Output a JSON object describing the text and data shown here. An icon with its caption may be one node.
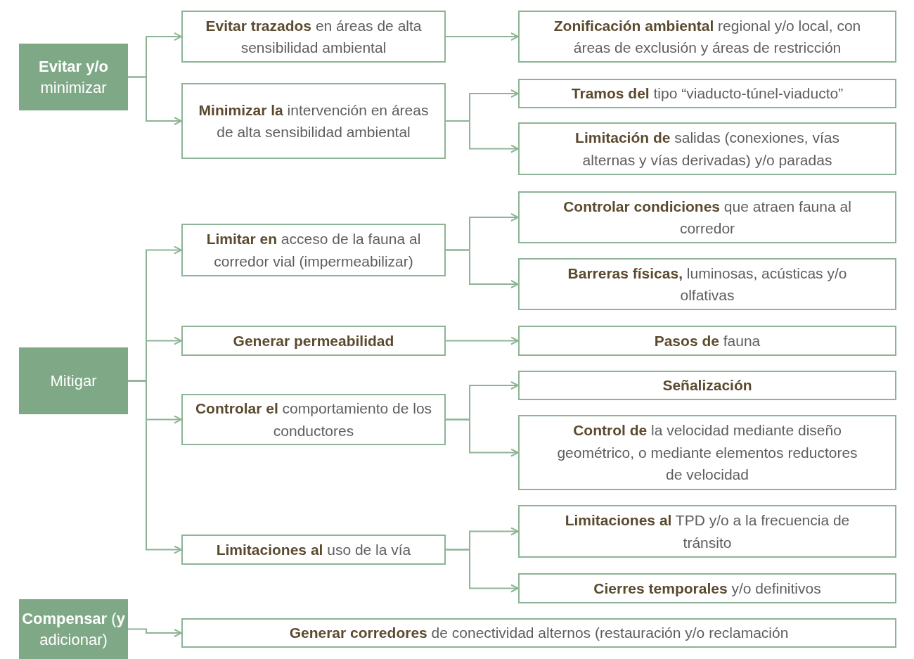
{
  "diagram": {
    "nodes": [
      {
        "text": [
          "**Evitar y/o** minimizar"
        ]
      },
      {
        "text": [
          "**Evitar trazados** en áreas de alta sensibilidad ambiental"
        ]
      },
      {
        "text": [
          "**Zonificación ambiental** regional y/o local, con áreas de exclusión y áreas de restricción"
        ]
      },
      {
        "text": [
          "**Minimizar la** intervención en áreas de alta sensibilidad ambiental"
        ]
      },
      {
        "text": [
          "**Tramos del** tipo “viaducto-túnel-viaducto”"
        ]
      },
      {
        "text": [
          "**Limitación de** salidas (conexiones, vías alternas y vías derivadas) y/o paradas"
        ]
      },
      {
        "text": [
          "Mitigar"
        ]
      },
      {
        "text": [
          "**Limitar en** acceso de la fauna al corredor vial (impermeabilizar)"
        ]
      },
      {
        "text": [
          "**Controlar condiciones** que atraen fauna al corredor"
        ]
      },
      {
        "text": [
          "**Barreras físicas,** luminosas, acústicas y/o olfativas"
        ]
      },
      {
        "text": [
          "Generar permeabilidad"
        ]
      },
      {
        "text": [
          "**Pasos de** fauna"
        ]
      },
      {
        "text": [
          "**Controlar el** comportamiento de los conductores"
        ]
      },
      {
        "text": [
          "Señalización"
        ]
      },
      {
        "text": [
          "**Control de** la velocidad mediante diseño geométrico, o mediante elementos reductores de velocidad"
        ]
      },
      {
        "text": [
          "**Limitaciones al** uso de la vía"
        ]
      },
      {
        "text": [
          "**Limitaciones al** TPD y/o a la frecuencia de tránsito"
        ]
      },
      {
        "text": [
          "**Cierres temporales** y/o definitivos"
        ]
      },
      {
        "text": [
          "**Compensar** (**y** adicionar)"
        ]
      },
      {
        "text": [
          "**Generar corredores** de conectividad alternos (restauración y/o reclamación"
        ]
      }
    ],
    "edges": [
      {
        "from": 0,
        "to": 1,
        "arrow": "to"
      },
      {
        "from": 0,
        "to": 3,
        "arrow": "to"
      },
      {
        "from": 1,
        "to": 2,
        "arrow": "to"
      },
      {
        "from": 3,
        "to": 4,
        "arrow": "to"
      },
      {
        "from": 3,
        "to": 5,
        "arrow": "to"
      },
      {
        "from": 6,
        "to": 7,
        "arrow": "to"
      },
      {
        "from": 6,
        "to": 10,
        "arrow": "to"
      },
      {
        "from": 6,
        "to": 12,
        "arrow": "to"
      },
      {
        "from": 6,
        "to": 15,
        "arrow": "to"
      },
      {
        "from": 7,
        "to": 8,
        "arrow": "to"
      },
      {
        "from": 7,
        "to": 9,
        "arrow": "to"
      },
      {
        "from": 10,
        "to": 11,
        "arrow": "to"
      },
      {
        "from": 12,
        "to": 13,
        "arrow": "to"
      },
      {
        "from": 12,
        "to": 14,
        "arrow": "to"
      },
      {
        "from": 15,
        "to": 16,
        "arrow": "to"
      },
      {
        "from": 15,
        "to": 17,
        "arrow": "to"
      },
      {
        "from": 18,
        "to": 19,
        "arrow": "to"
      }
    ]
  }
}
